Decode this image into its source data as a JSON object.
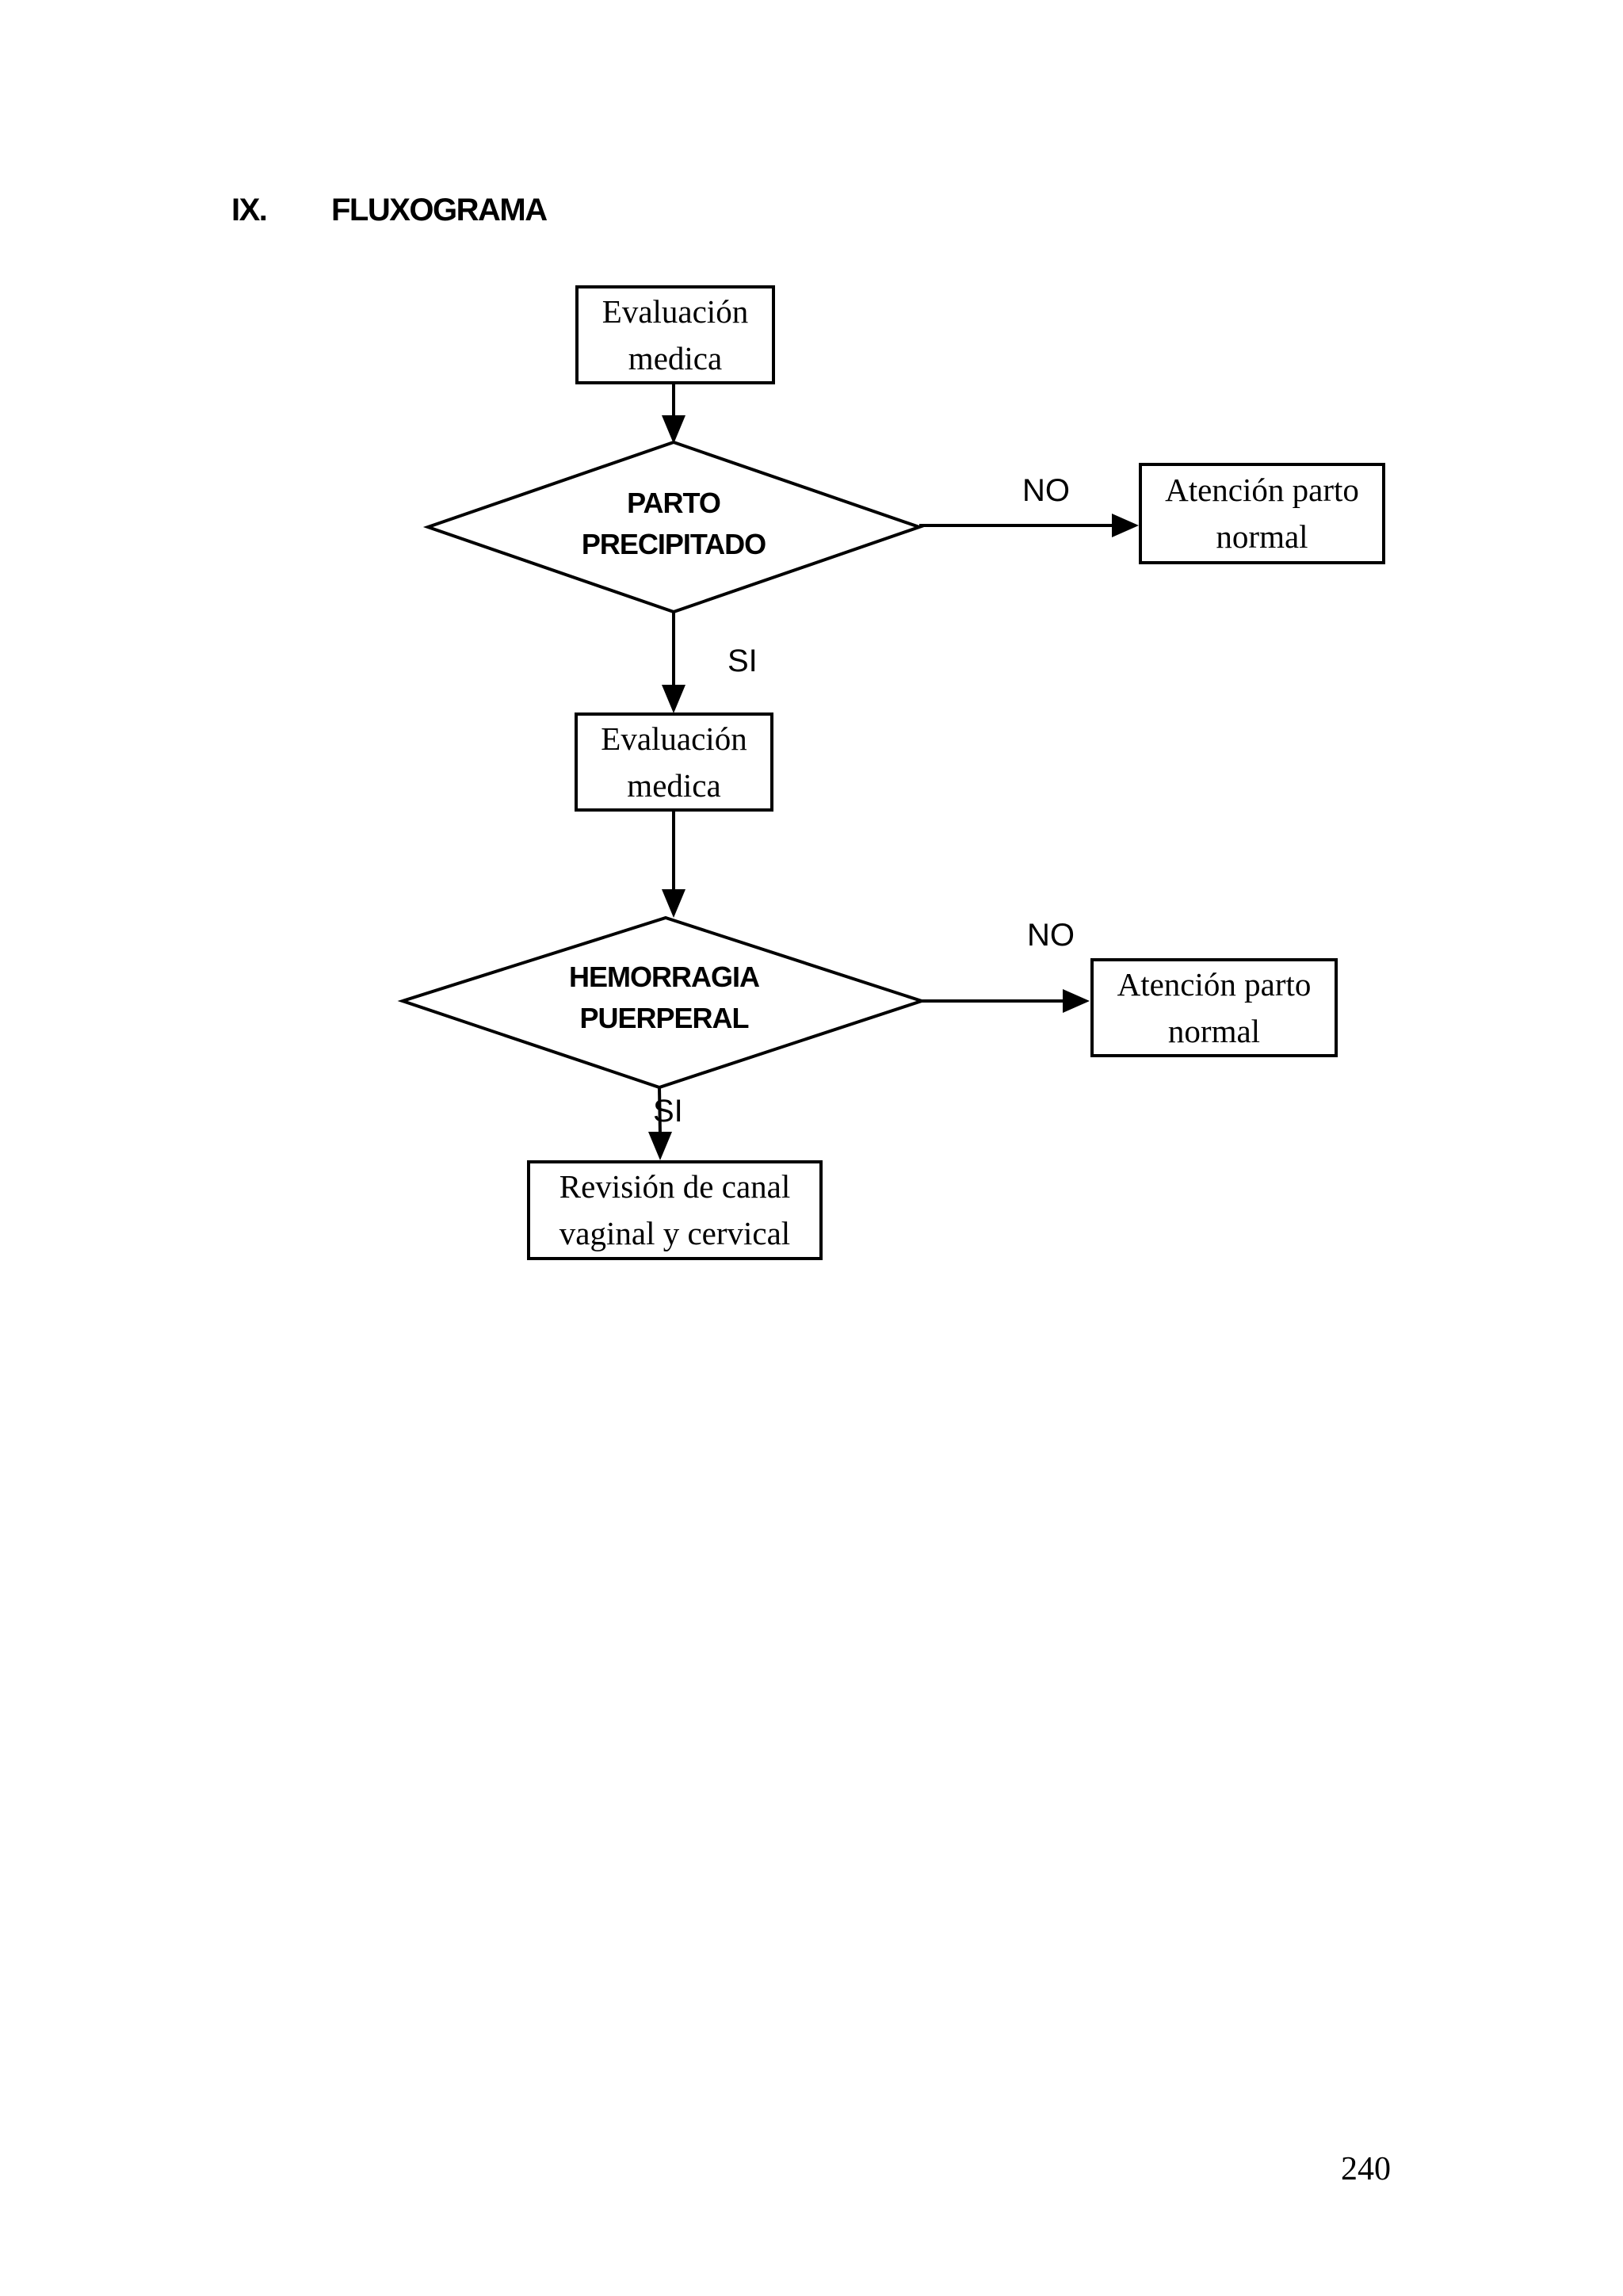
{
  "page": {
    "section_number": "IX.",
    "section_title": "FLUXOGRAMA",
    "page_number": "240",
    "colors": {
      "ink": "#000000",
      "paper": "#ffffff"
    }
  },
  "flowchart": {
    "nodes": [
      {
        "id": "eval1",
        "type": "process",
        "lines": [
          "Evaluación",
          "medica"
        ]
      },
      {
        "id": "decision1",
        "type": "decision",
        "lines": [
          "PARTO",
          "PRECIPITADO"
        ]
      },
      {
        "id": "normal1",
        "type": "process",
        "lines": [
          "Atención parto",
          "normal"
        ]
      },
      {
        "id": "eval2",
        "type": "process",
        "lines": [
          "Evaluación",
          "medica"
        ]
      },
      {
        "id": "decision2",
        "type": "decision",
        "lines": [
          "HEMORRAGIA",
          "PUERPERAL"
        ]
      },
      {
        "id": "normal2",
        "type": "process",
        "lines": [
          "Atención parto",
          "normal"
        ]
      },
      {
        "id": "revision",
        "type": "process",
        "lines": [
          "Revisión de canal",
          "vaginal y cervical"
        ]
      }
    ],
    "edge_labels": {
      "decision1_no": "NO",
      "decision1_si": "SI",
      "decision2_no": "NO",
      "decision2_si": "SI"
    }
  }
}
